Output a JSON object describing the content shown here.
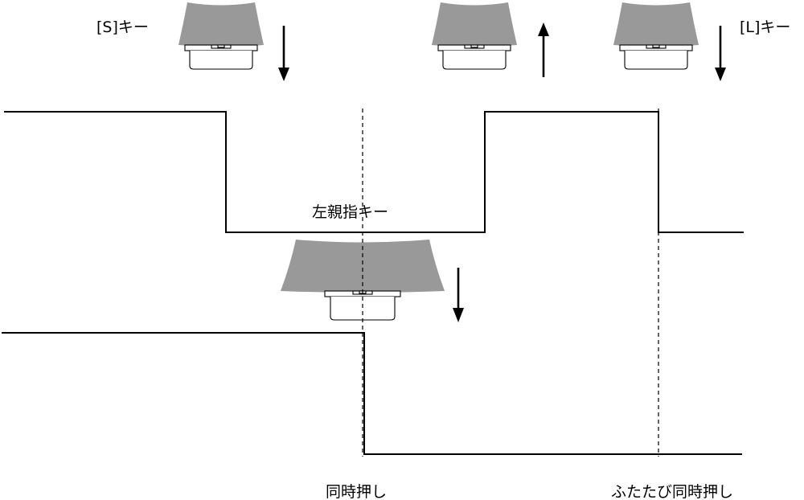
{
  "labels": {
    "s_key": "[S]キー",
    "l_key": "[L]キー",
    "thumb_key": "左親指キー",
    "simultaneous_1": "同時押し",
    "simultaneous_2": "ふたたび同時押し"
  },
  "keys": [
    {
      "name": "s-key",
      "arrow": "down"
    },
    {
      "name": "released-key",
      "arrow": "up"
    },
    {
      "name": "l-key",
      "arrow": "down"
    },
    {
      "name": "thumb-key",
      "arrow": "down"
    }
  ],
  "colors": {
    "keycap": "#999999",
    "line": "#000000",
    "background": "#ffffff"
  }
}
